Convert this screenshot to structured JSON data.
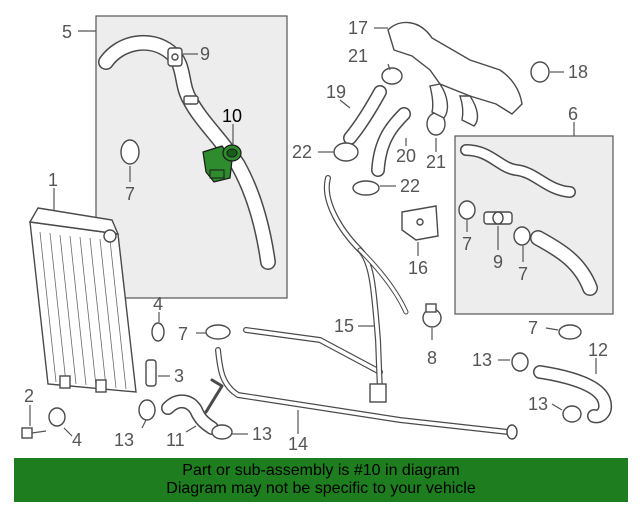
{
  "banner": {
    "line1": "Part or sub-assembly is #10 in diagram",
    "line2": "Diagram may not be specific to your vehicle"
  },
  "highlight_color": "#1e7d1e",
  "highlighted_part": "10",
  "callouts": {
    "c1": "1",
    "c2": "2",
    "c3": "3",
    "c4a": "4",
    "c4b": "4",
    "c5": "5",
    "c6": "6",
    "c7a": "7",
    "c7b": "7",
    "c7c": "7",
    "c7d": "7",
    "c7e": "7",
    "c8": "8",
    "c9a": "9",
    "c9b": "9",
    "c10": "10",
    "c11": "11",
    "c12": "12",
    "c13a": "13",
    "c13b": "13",
    "c13c": "13",
    "c13d": "13",
    "c14": "14",
    "c15": "15",
    "c16": "16",
    "c17": "17",
    "c18": "18",
    "c19": "19",
    "c20": "20",
    "c21a": "21",
    "c21b": "21",
    "c22a": "22",
    "c22b": "22"
  }
}
